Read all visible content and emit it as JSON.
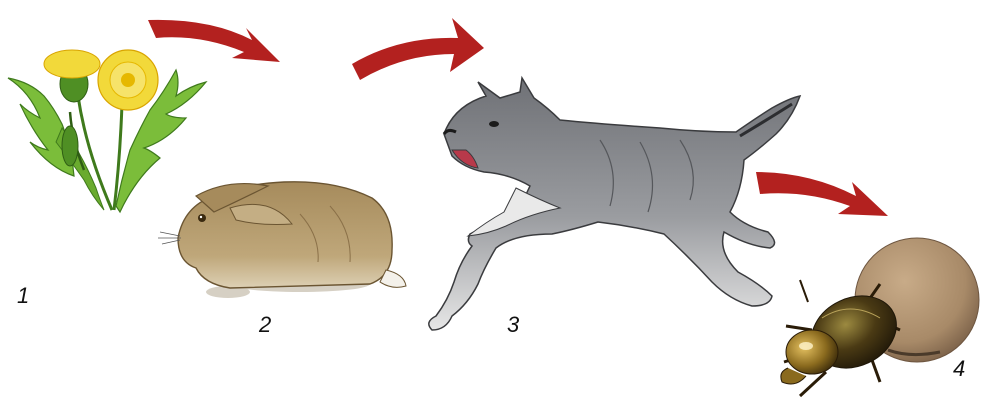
{
  "diagram": {
    "stages": [
      {
        "number": "1",
        "icon": "dandelion-icon"
      },
      {
        "number": "2",
        "icon": "hare-icon"
      },
      {
        "number": "3",
        "icon": "wolf-icon"
      },
      {
        "number": "4",
        "icon": "dung-beetle-icon"
      }
    ],
    "arrow_color": "#b3211f",
    "colors": {
      "dandelion_flower": "#f2d93a",
      "dandelion_leaf": "#7bbd3a",
      "hare_fur": "#b49a6e",
      "wolf_fur": "#8d8f93",
      "beetle_shell": "#4a3a14",
      "dung_ball": "#a88a68"
    }
  }
}
